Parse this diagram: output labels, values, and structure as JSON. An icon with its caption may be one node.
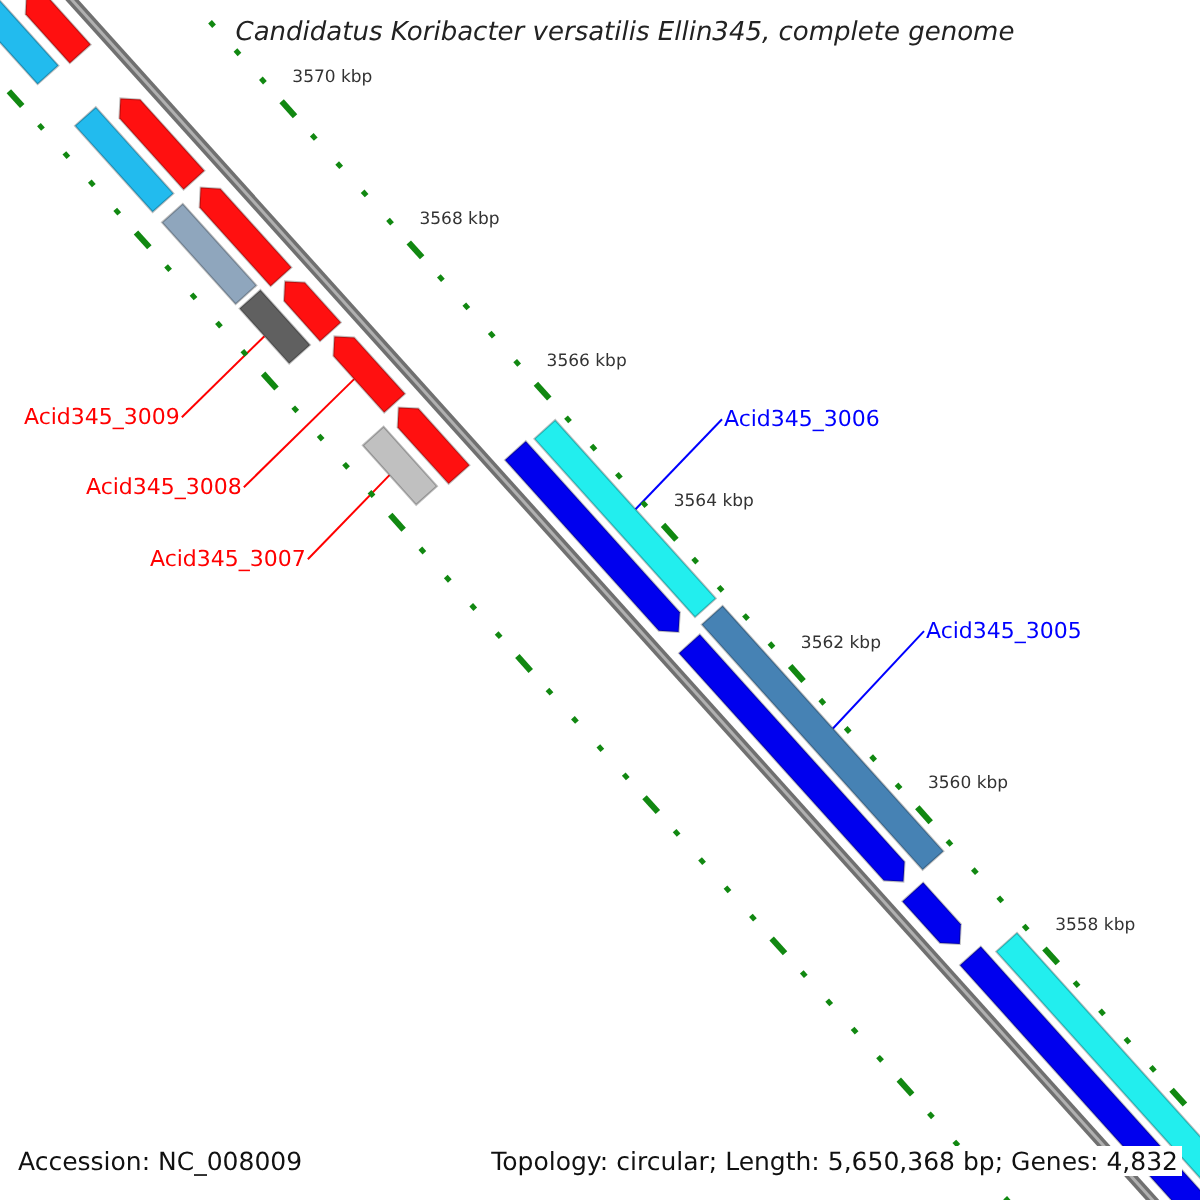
{
  "diagram": {
    "title": "Candidatus Koribacter versatilis Ellin345, complete genome",
    "nodes": [
      {
        "text": [
          "Acid345_3009"
        ]
      },
      {
        "text": [
          "Acid345_3006"
        ]
      },
      {
        "text": [
          "Acid345_3008"
        ]
      },
      {
        "text": [
          "Acid345_3007"
        ]
      },
      {
        "text": [
          "Acid345_3005"
        ]
      },
      {
        "text": [],
        "shape": "bar"
      },
      {
        "text": [],
        "shape": "bar"
      },
      {
        "text": [],
        "shape": "bar"
      },
      {
        "text": [],
        "shape": "bar"
      },
      {
        "text": [],
        "shape": "bar"
      },
      {
        "text": [],
        "shape": "bar"
      },
      {
        "text": [],
        "shape": "bar"
      },
      {
        "text": [],
        "shape": "bar"
      },
      {
        "text": [],
        "shape": "bar"
      },
      {
        "text": [],
        "shape": "bar"
      },
      {
        "text": [],
        "shape": "bar"
      },
      {
        "text": [],
        "shape": "bar"
      },
      {
        "text": [],
        "shape": "bar"
      },
      {
        "text": [],
        "shape": "bar"
      },
      {
        "text": [],
        "shape": "bar"
      },
      {
        "text": [],
        "shape": "bar"
      },
      {
        "text": [],
        "shape": "bar"
      },
      {
        "text": [],
        "shape": "bar"
      }
    ],
    "edges": [
      {
        "from": 0,
        "to": 11,
        "arrow": "none"
      },
      {
        "from": 1,
        "to": 17,
        "arrow": "none",
        "color": "#0000ff"
      },
      {
        "from": 2,
        "to": 13,
        "arrow": "none"
      },
      {
        "from": 3,
        "to": 14,
        "arrow": "none"
      },
      {
        "from": 4,
        "to": 19,
        "arrow": "none",
        "color": "#0000ff"
      }
    ],
    "labels": [
      "3570 kbp",
      "3568 kbp",
      "3566 kbp",
      "3564 kbp",
      "3562 kbp",
      "3560 kbp",
      "3558 kbp",
      "Accession: NC_008009",
      "Topology: circular; Length: 5,650,368 bp; Genes: 4,832"
    ]
  }
}
